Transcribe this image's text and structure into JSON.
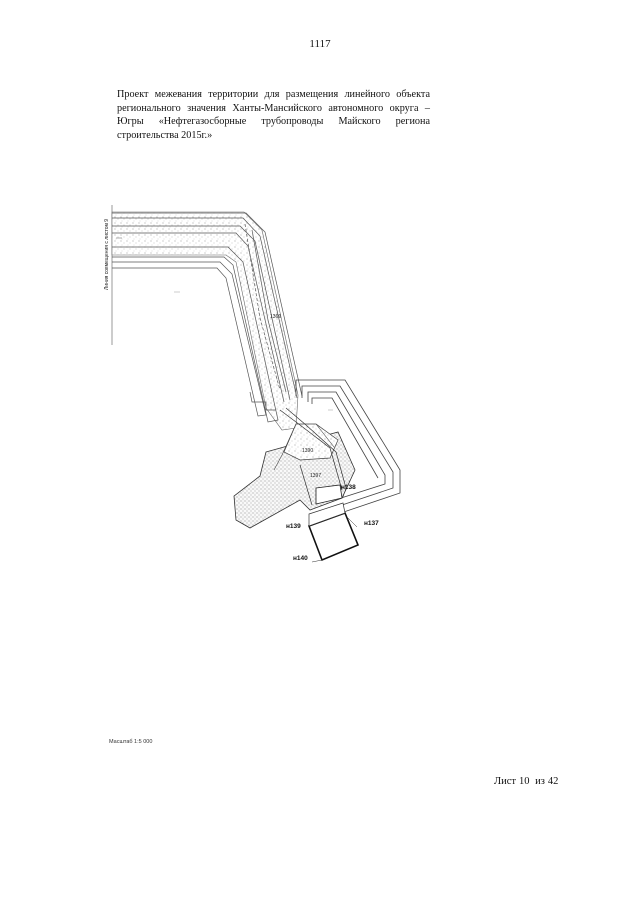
{
  "document": {
    "page_number": "1117",
    "title_lines": [
      "Проект межевания территории для размещения линейного объекта",
      "регионального значения Ханты-Мансийского автономного округа –",
      "Югры «Нефтегазосборные трубопроводы Майского региона",
      "строительства 2015г.»"
    ],
    "scale": "Масштаб 1:5 000",
    "sheet": {
      "label": "Лист",
      "current": "10",
      "of": "из",
      "total": "42"
    }
  },
  "map": {
    "vertical_label": "Линия совмещения с листом 9",
    "parcel_labels": [
      "1369",
      "1390",
      "1397"
    ],
    "point_labels": [
      "н138",
      "н139",
      "н137",
      "н140"
    ]
  }
}
